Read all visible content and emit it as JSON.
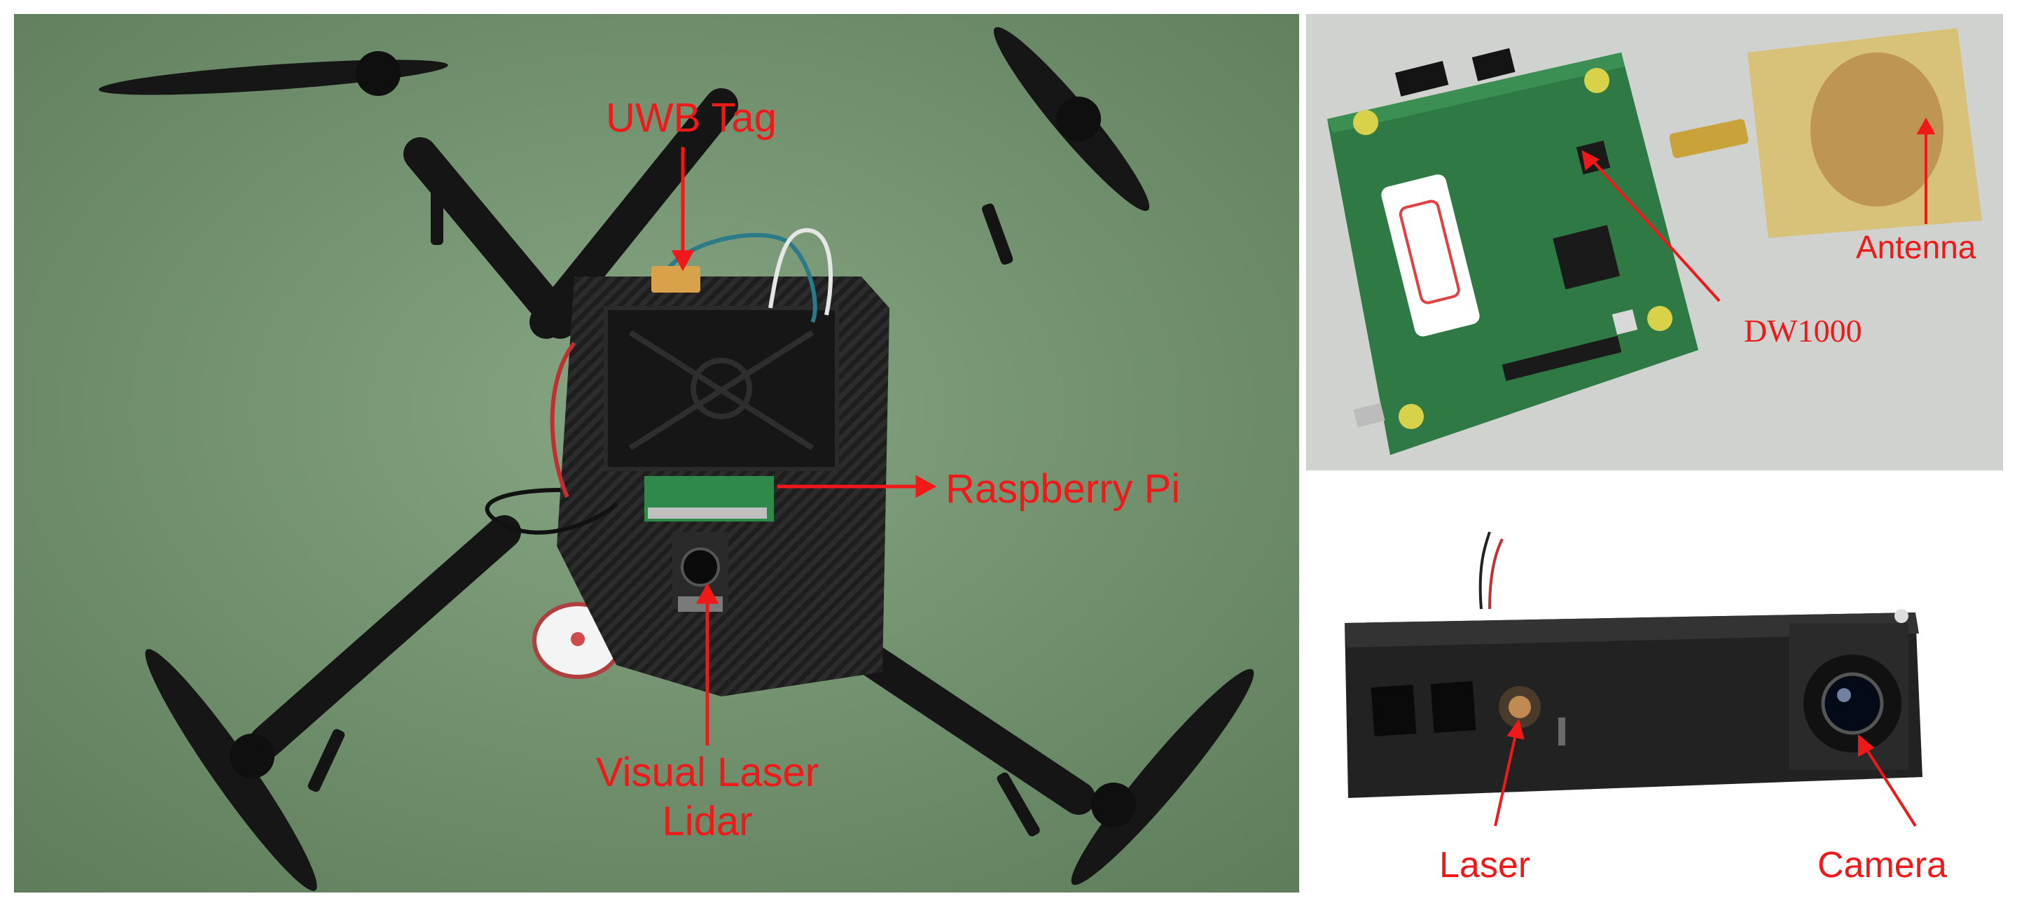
{
  "colors": {
    "annotation": "#f01818",
    "floor": "#6f8f6b",
    "pcb": "#2f7a44",
    "carbon": "#1c1c1c"
  },
  "panels": {
    "drone": {
      "labels": {
        "uwb_tag": "UWB  Tag",
        "raspberry_pi": "Raspberry Pi",
        "lidar_line1": "Visual Laser",
        "lidar_line2": "Lidar"
      }
    },
    "board": {
      "labels": {
        "antenna": "Antenna",
        "dw1000": "DW1000"
      }
    },
    "lidar_module": {
      "labels": {
        "laser": "Laser",
        "camera": "Camera"
      }
    }
  }
}
